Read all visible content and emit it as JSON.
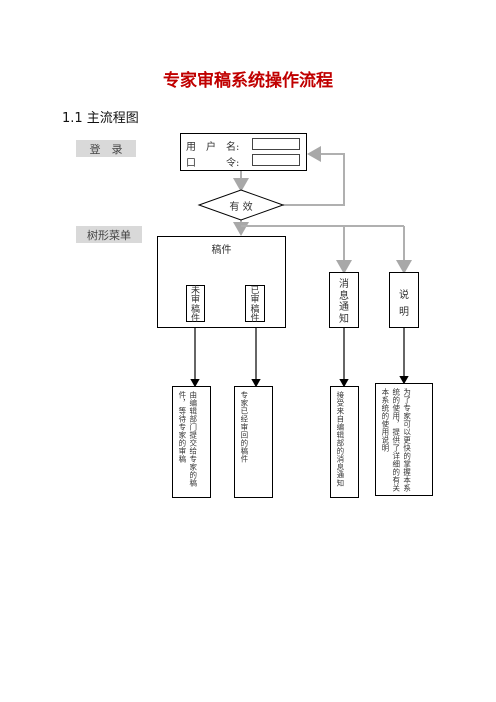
{
  "title": "专家审稿系统操作流程",
  "section_heading": "1.1 主流程图",
  "side_labels": {
    "login": "登　录",
    "tree_menu": "树形菜单"
  },
  "login_box": {
    "username_label": "用　户　名:",
    "password_label": "口　　　令:"
  },
  "decision": {
    "label": "有 效"
  },
  "manuscripts": {
    "label": "稿件",
    "unreviewed": "未审稿件",
    "reviewed": "已审稿件"
  },
  "notice": {
    "label": "消息通知"
  },
  "help": {
    "label": "说 明"
  },
  "outputs": {
    "unreviewed_desc": "由编辑部门提交给专家的稿件，等待专家的审稿",
    "reviewed_desc": "专家已经审回的稿件",
    "notice_desc": "接受来自编辑部的消息通知",
    "help_desc": "为了专家可以更快的掌握本系统的使用，提供了详细的有关本系统的使用说明"
  },
  "colors": {
    "title": "#c00000",
    "connector_grey": "#b0b0b0",
    "label_bg": "#d9d9d9"
  }
}
